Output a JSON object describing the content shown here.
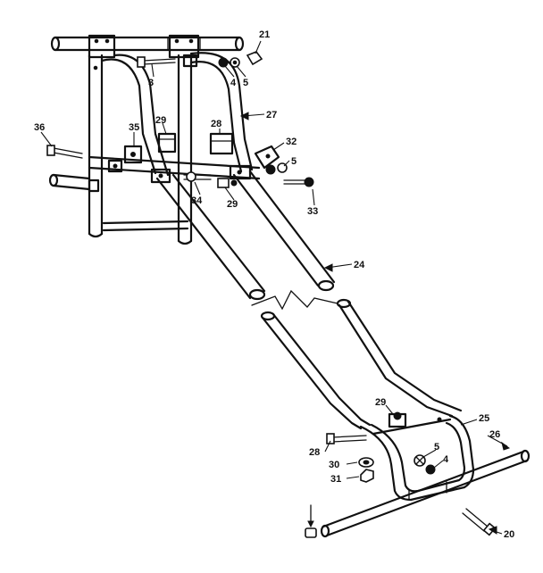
{
  "callouts": [
    {
      "id": "c21",
      "label": "21"
    },
    {
      "id": "c3",
      "label": "3"
    },
    {
      "id": "c4a",
      "label": "4"
    },
    {
      "id": "c5a",
      "label": "5"
    },
    {
      "id": "c27",
      "label": "27"
    },
    {
      "id": "c36",
      "label": "36"
    },
    {
      "id": "c35",
      "label": "35"
    },
    {
      "id": "c29a",
      "label": "29"
    },
    {
      "id": "c28a",
      "label": "28"
    },
    {
      "id": "c32",
      "label": "32"
    },
    {
      "id": "c5b",
      "label": "5"
    },
    {
      "id": "c34",
      "label": "34"
    },
    {
      "id": "c29b",
      "label": "29"
    },
    {
      "id": "c33",
      "label": "33"
    },
    {
      "id": "c24",
      "label": "24"
    },
    {
      "id": "c29c",
      "label": "29"
    },
    {
      "id": "c25",
      "label": "25"
    },
    {
      "id": "c26",
      "label": "26"
    },
    {
      "id": "c28b",
      "label": "28"
    },
    {
      "id": "c5c",
      "label": "5"
    },
    {
      "id": "c4b",
      "label": "4"
    },
    {
      "id": "c30",
      "label": "30"
    },
    {
      "id": "c31",
      "label": "31"
    },
    {
      "id": "c20",
      "label": "20"
    }
  ]
}
